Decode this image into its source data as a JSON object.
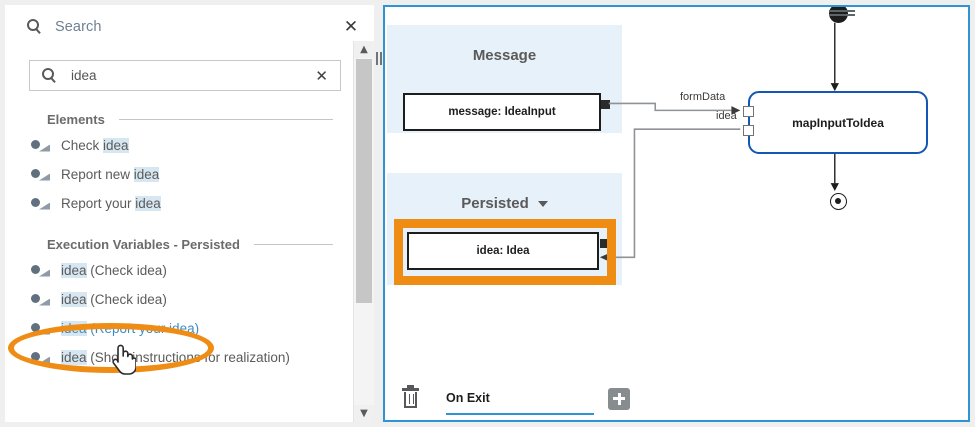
{
  "search_panel": {
    "title": "Search",
    "close_icon": "close-icon",
    "search_icon": "search-icon",
    "input": {
      "value": "idea",
      "placeholder": "Search",
      "clear_icon": "clear-icon"
    },
    "groups": [
      {
        "header": "Elements",
        "items": [
          {
            "prefix": "Check ",
            "highlight": "idea",
            "suffix": ""
          },
          {
            "prefix": "Report new ",
            "highlight": "idea",
            "suffix": ""
          },
          {
            "prefix": "Report your ",
            "highlight": "idea",
            "suffix": ""
          }
        ]
      },
      {
        "header": "Execution Variables - Persisted",
        "items": [
          {
            "prefix": "",
            "highlight": "idea",
            "suffix": " (Check idea)"
          },
          {
            "prefix": "",
            "highlight": "idea",
            "suffix": " (Check idea)"
          },
          {
            "prefix": "",
            "highlight": "idea",
            "suffix": " (Report your idea)"
          },
          {
            "prefix": "",
            "highlight": "idea",
            "suffix": " (Show instructions for realization)"
          }
        ]
      }
    ],
    "scrollbar": {
      "up_icon": "chevron-up-icon",
      "down_icon": "chevron-down-icon"
    }
  },
  "diagram_panel": {
    "lanes": [
      {
        "title": "Message",
        "has_caret": false
      },
      {
        "title": "Persisted",
        "has_caret": true
      }
    ],
    "data_objects": [
      {
        "label": "message: IdeaInput"
      },
      {
        "label": "idea: Idea"
      }
    ],
    "task": {
      "label": "mapInputToIdea"
    },
    "port_labels": [
      "formData",
      "idea"
    ],
    "nodes": {
      "start": "start-event",
      "end": "end-event"
    },
    "bottom_bar": {
      "trash_icon": "trash-icon",
      "active_tab": "On Exit",
      "add_icon": "plus-icon"
    }
  },
  "annotations": {
    "ellipse_color": "#ef8c14",
    "rect_color": "#ef8c14"
  },
  "colors": {
    "accent_blue": "#2e94d2",
    "lane_bg": "#e7f1f9",
    "task_border": "#1257b5",
    "highlight_bg": "#d6e7f2",
    "link_blue": "#3c8cc4"
  }
}
